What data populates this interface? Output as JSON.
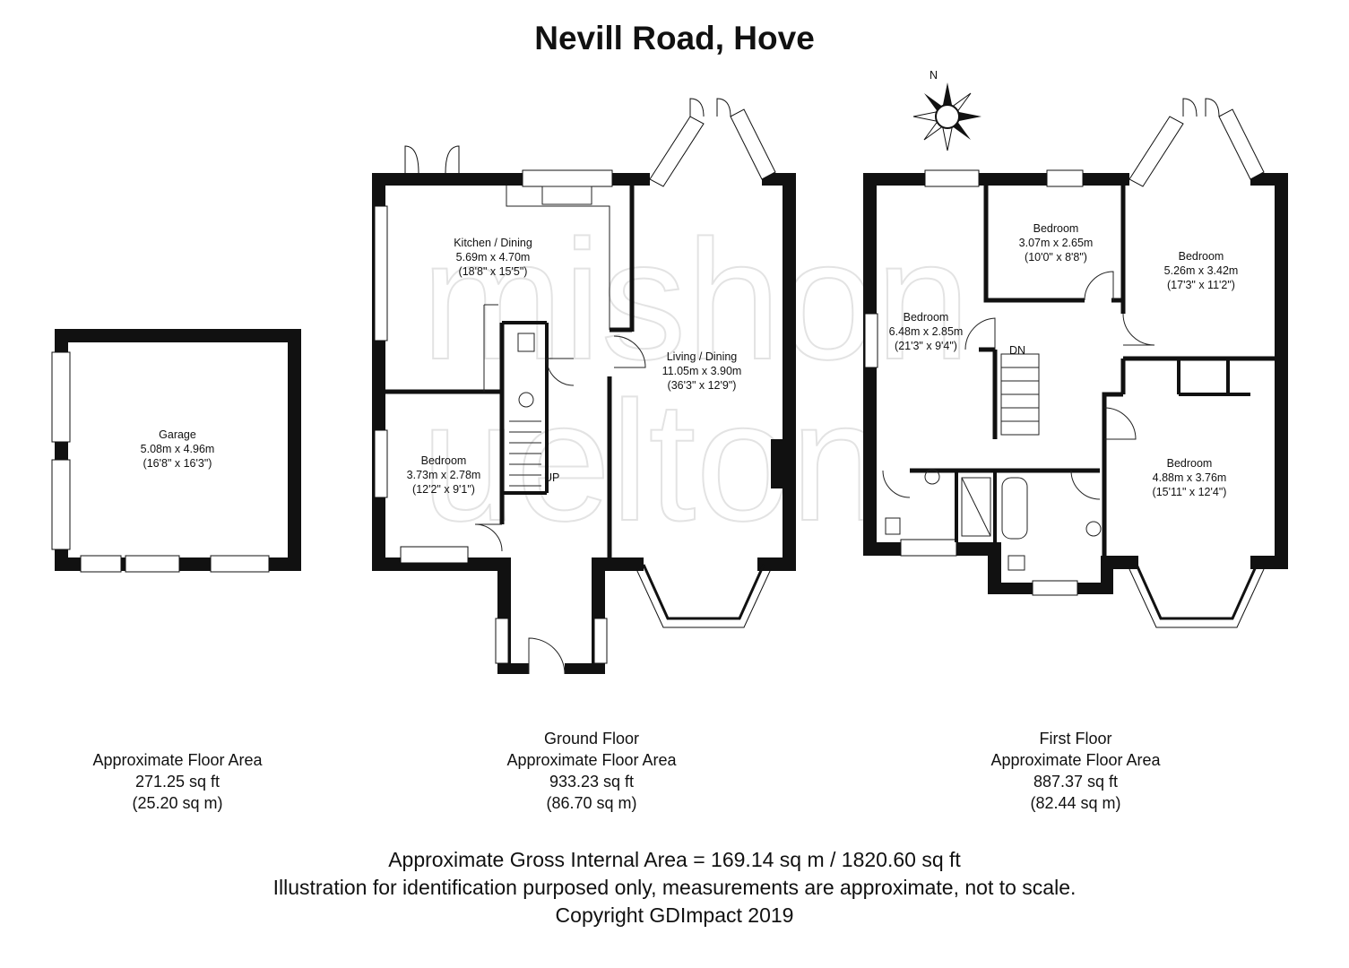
{
  "title": "Nevill Road, Hove",
  "compass": {
    "label": "N"
  },
  "watermark": [
    "mishon",
    "uelton"
  ],
  "garage": {
    "name": "Garage",
    "metric": "5.08m x 4.96m",
    "imperial": "(16'8\" x 16'3\")",
    "area": [
      "Approximate Floor Area",
      "271.25 sq ft",
      "(25.20 sq m)"
    ]
  },
  "ground_floor": {
    "rooms": [
      {
        "name": "Kitchen / Dining",
        "metric": "5.69m x 4.70m",
        "imperial": "(18'8\" x 15'5\")"
      },
      {
        "name": "Living / Dining",
        "metric": "11.05m x 3.90m",
        "imperial": "(36'3\" x 12'9\")"
      },
      {
        "name": "Bedroom",
        "metric": "3.73m x 2.78m",
        "imperial": "(12'2\" x 9'1\")"
      }
    ],
    "stair_label": "UP",
    "area": [
      "Ground Floor",
      "Approximate Floor Area",
      "933.23 sq ft",
      "(86.70 sq m)"
    ]
  },
  "first_floor": {
    "rooms": [
      {
        "name": "Bedroom",
        "metric": "3.07m x 2.65m",
        "imperial": "(10'0\" x 8'8\")"
      },
      {
        "name": "Bedroom",
        "metric": "5.26m x 3.42m",
        "imperial": "(17'3\" x 11'2\")"
      },
      {
        "name": "Bedroom",
        "metric": "6.48m x 2.85m",
        "imperial": "(21'3\" x 9'4\")"
      },
      {
        "name": "Bedroom",
        "metric": "4.88m x 3.76m",
        "imperial": "(15'11\" x 12'4\")"
      }
    ],
    "stair_label": "DN",
    "area": [
      "First Floor",
      "Approximate Floor Area",
      "887.37 sq ft",
      "(82.44 sq m)"
    ]
  },
  "footer": [
    "Approximate Gross Internal Area = 169.14 sq m / 1820.60 sq ft",
    "Illustration for identification purposed only, measurements are approximate, not to scale.",
    "Copyright GDImpact 2019"
  ],
  "colors": {
    "wall": "#111111",
    "thin": "#222222",
    "watermark": "#e3e3e3"
  }
}
